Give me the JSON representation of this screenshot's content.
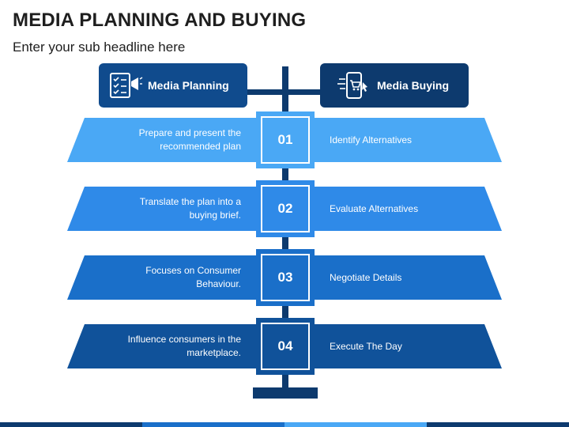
{
  "slide": {
    "title": "MEDIA PLANNING AND BUYING",
    "subtitle": "Enter your sub headline here"
  },
  "headers": {
    "left": {
      "label": "Media Planning",
      "icon": "checklist-megaphone-icon"
    },
    "right": {
      "label": "Media Buying",
      "icon": "mobile-shopping-cart-icon"
    }
  },
  "steps": [
    {
      "number": "01",
      "planning": "Prepare and present the recommended plan",
      "buying": "Identify Alternatives",
      "color": "#4aa8f5"
    },
    {
      "number": "02",
      "planning": "Translate the plan into a buying brief.",
      "buying": "Evaluate Alternatives",
      "color": "#2f8ae8"
    },
    {
      "number": "03",
      "planning": "Focuses on Consumer Behaviour.",
      "buying": "Negotiate Details",
      "color": "#1a6fc9"
    },
    {
      "number": "04",
      "planning": "Influence consumers in the marketplace.",
      "buying": "Execute The Day",
      "color": "#10529a"
    }
  ],
  "colors": {
    "pole": "#0d3a6e",
    "header_left": "#104b8d",
    "header_right": "#0d3a6e",
    "footer": [
      "#0d3a6e",
      "#1a6fc9",
      "#4aa8f5",
      "#0d3a6e"
    ]
  }
}
